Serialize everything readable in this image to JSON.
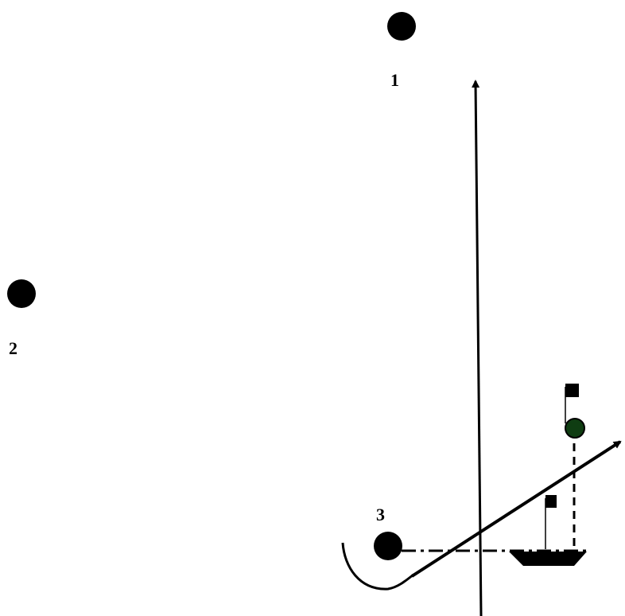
{
  "points": [
    {
      "label": "1"
    },
    {
      "label": "2"
    },
    {
      "label": "3"
    }
  ],
  "colors": {
    "ink": "#000000",
    "target_dot": "#0f3d12",
    "background": "#ffffff"
  },
  "icons": {
    "flag": "flag-icon",
    "boat": "boat-icon",
    "arrow": "arrow-head-icon"
  }
}
